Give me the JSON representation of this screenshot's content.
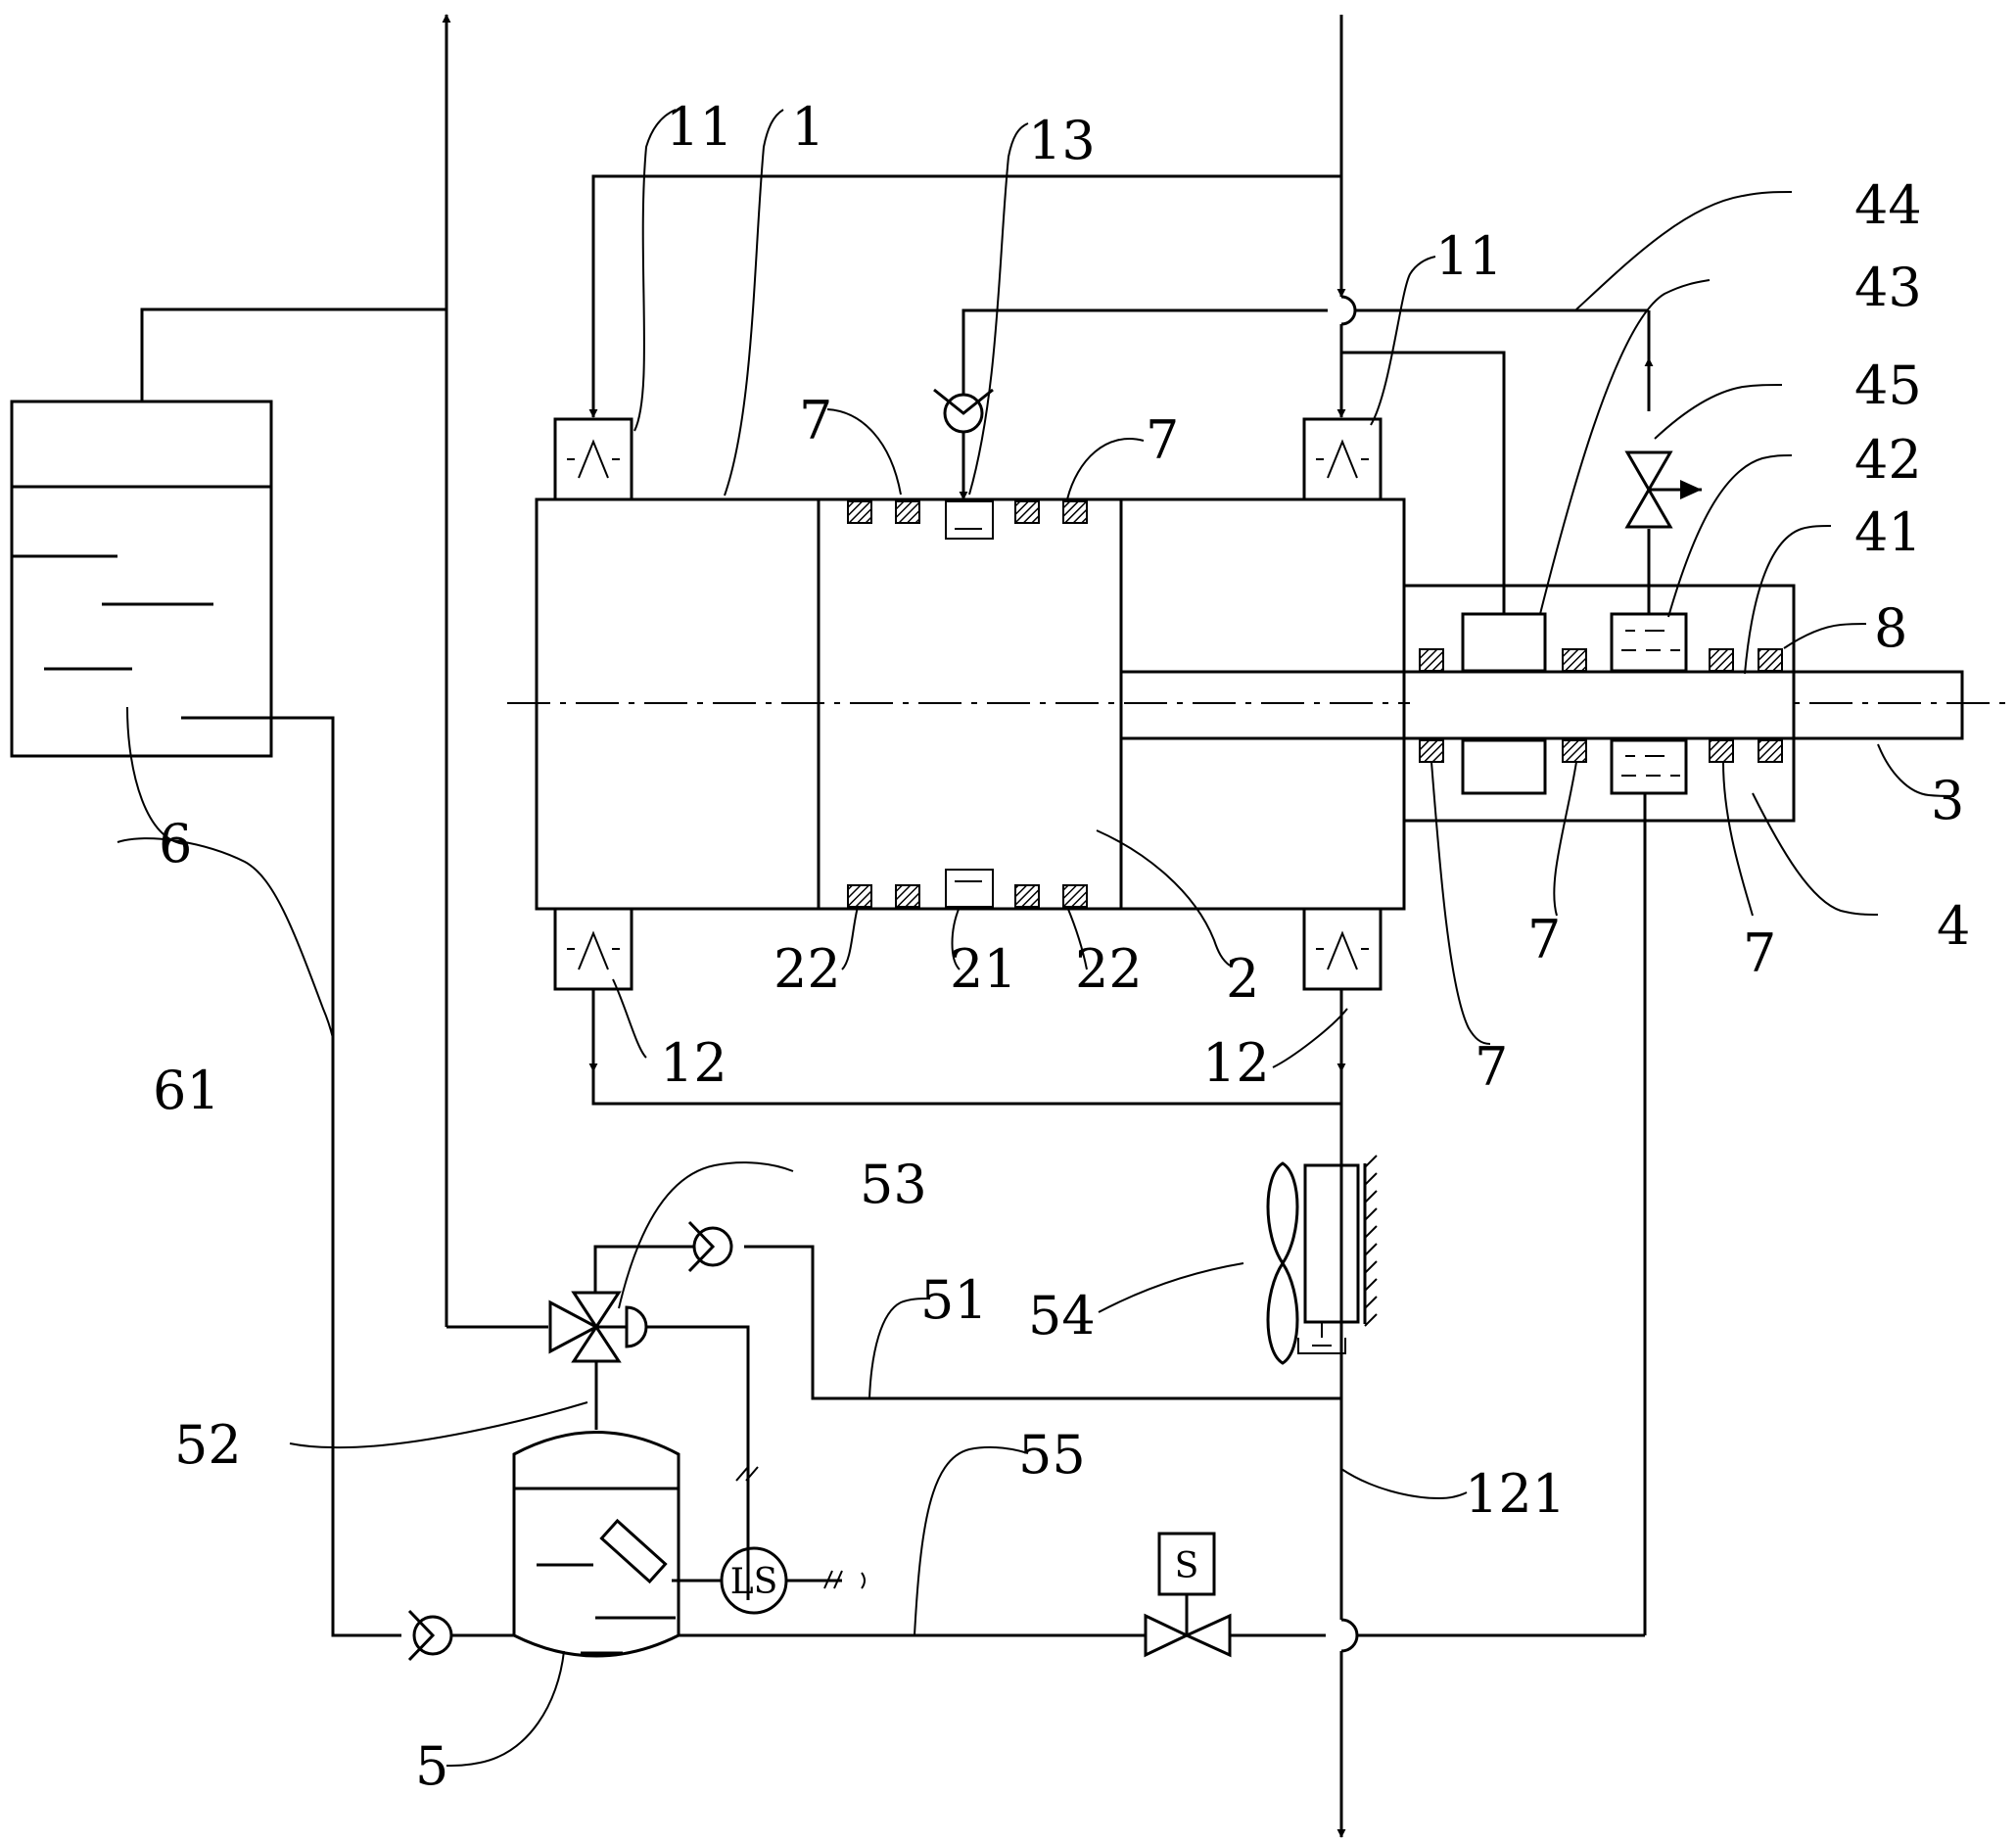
{
  "labels": {
    "l1": "1",
    "l2": "2",
    "l3": "3",
    "l4": "4",
    "l5": "5",
    "l6": "6",
    "l7": "7",
    "l8": "8",
    "l11": "11",
    "l12": "12",
    "l13": "13",
    "l21": "21",
    "l22": "22",
    "l41": "41",
    "l42": "42",
    "l43": "43",
    "l44": "44",
    "l45": "45",
    "l51": "51",
    "l52": "52",
    "l53": "53",
    "l54": "54",
    "l55": "55",
    "l61": "61",
    "l121": "121"
  },
  "symbols": {
    "level_switch": "LS",
    "solenoid": "S"
  }
}
